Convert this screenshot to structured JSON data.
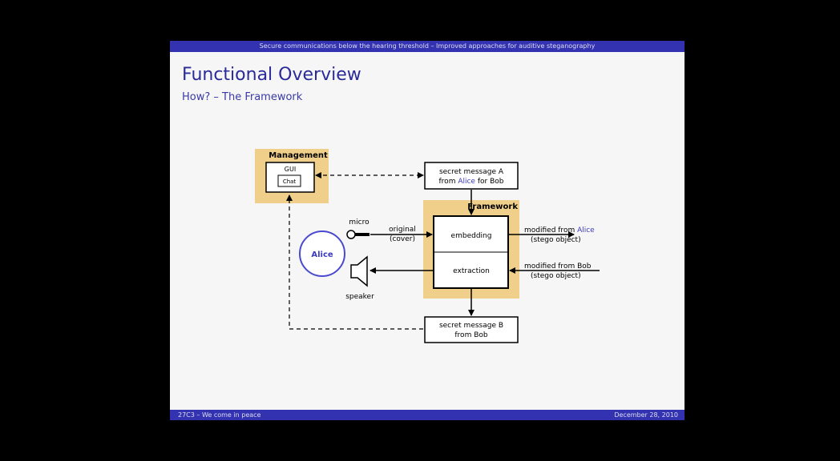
{
  "header": {
    "text": "Secure communications below the hearing threshold – Improved approaches for auditive steganography"
  },
  "slide": {
    "title": "Functional Overview",
    "subtitle": "How? – The Framework"
  },
  "footer": {
    "left": "27C3 – We come in peace",
    "right": "December 28, 2010"
  },
  "diagram": {
    "management": {
      "label": "Management",
      "gui": "GUI",
      "chat": "Chat"
    },
    "framework": {
      "label": "Framework",
      "embedding": "embedding",
      "extraction": "extraction"
    },
    "secret_a": {
      "line1": "secret message A",
      "line2_pre": "from ",
      "alice": "Alice",
      "line2_post": " for Bob"
    },
    "secret_b": {
      "line1": "secret message B",
      "line2": "from Bob"
    },
    "alice": "Alice",
    "micro": "micro",
    "speaker": "speaker",
    "original": {
      "line1": "original",
      "line2": "(cover)"
    },
    "out_alice": {
      "pre": "modified from ",
      "name": "Alice",
      "line2": "(stego object)"
    },
    "in_bob": {
      "line1": "modified from Bob",
      "line2": "(stego object)"
    },
    "colors": {
      "highlight": "#f0cf8a",
      "bar": "#3333b2",
      "alice_blue": "#3a3ac0"
    }
  }
}
